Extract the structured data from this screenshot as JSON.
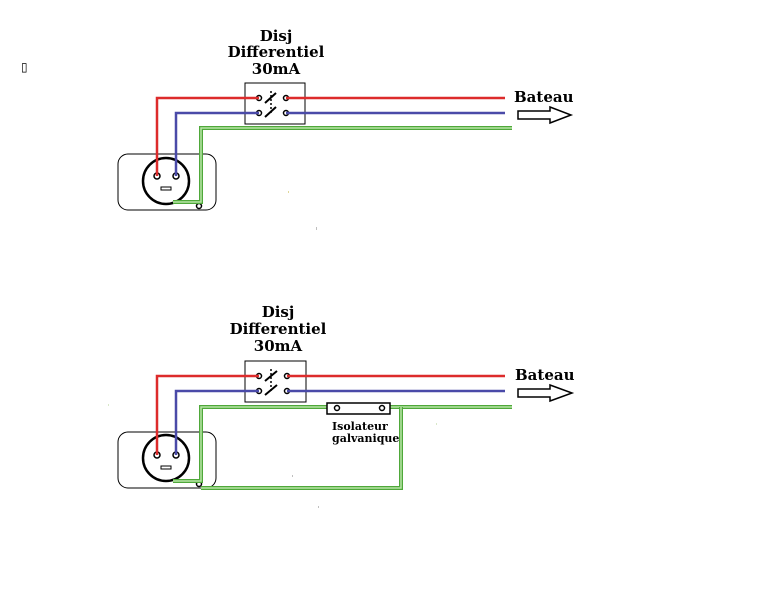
{
  "stray_glyph": "▯",
  "diagram_top": {
    "breaker_label_line1": "Disj",
    "breaker_label_line2": "Differentiel",
    "breaker_label_line3": "30mA",
    "destination_label": "Bateau"
  },
  "diagram_bottom": {
    "breaker_label_line1": "Disj",
    "breaker_label_line2": "Differentiel",
    "breaker_label_line3": "30mA",
    "destination_label": "Bateau",
    "isolator_label_line1": "Isolateur",
    "isolator_label_line2": "galvanique"
  },
  "colors": {
    "phase_wire": "#dd2b2b",
    "neutral_wire": "#4a4aa8",
    "earth_wire_outer": "#4fa83a",
    "earth_wire_inner": "#b9e6a8",
    "outline": "#000000"
  }
}
